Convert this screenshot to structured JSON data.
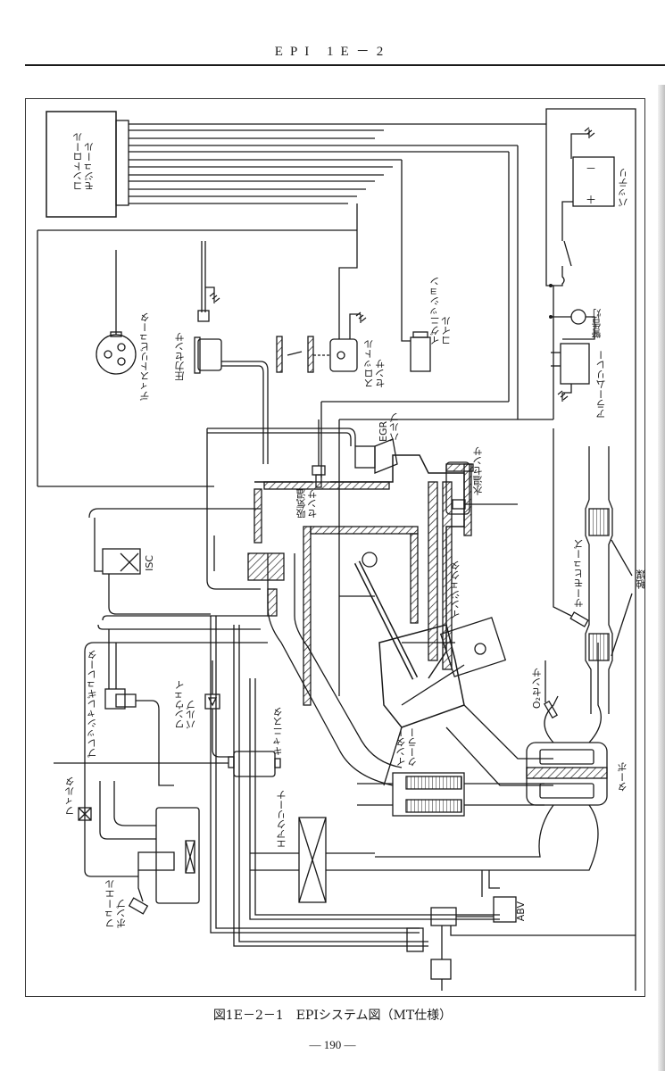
{
  "header": {
    "title": "EPI 1E－2"
  },
  "figure": {
    "caption": "図1E－2－1　EPIシステム図（MT仕様）",
    "page_number": "— 190 —",
    "orientation": "rotated 90° counter-clockwise",
    "components": {
      "control_module": "コントロール\nモジュール",
      "battery": "バッテリ",
      "warning_lamp": "警告灯",
      "alarm_relay": "アラームリレー",
      "distributor": "ディストリビュータ",
      "pressure_sensor": "圧力センサ",
      "throttle_sensor": "スロットル\nセンサ",
      "ignition_coil": "イグニッション\nコイル",
      "egr_valve": "EGR\nバルブ",
      "water_temp_sensor": "水温センサ",
      "intake_temp_sensor": "吸気温\nセンサ",
      "isc": "ISC",
      "injector": "インジェクタ",
      "thermo_fuse": "サーモヒューズ",
      "catalyst": "触媒",
      "pressure_regulator": "プレッシャレギュレータ",
      "one_way_valve": "ワンウェイ\nバルブ",
      "canister": "キャニスタ",
      "o2_sensor": "O₂センサ",
      "intercooler": "インター\nクーラー",
      "turbo": "ターボ",
      "filter": "フィルタ",
      "air_cleaner": "エアクリーナ",
      "fuel_pump": "フューエル\nポンプ",
      "abv": "ABV"
    },
    "battery_terminals": {
      "negative": "－",
      "positive": "＋"
    }
  }
}
